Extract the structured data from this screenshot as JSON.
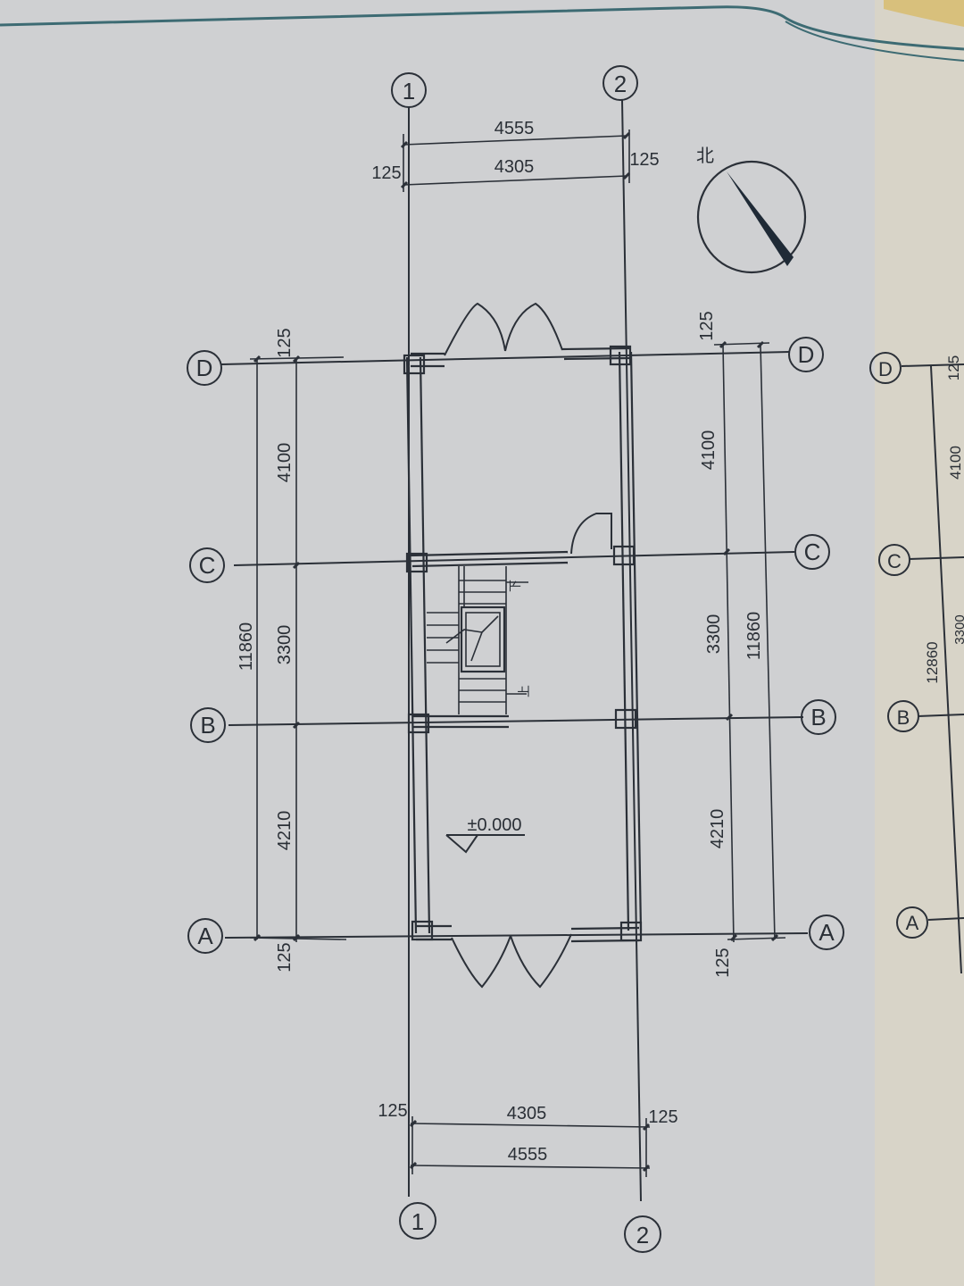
{
  "axes": {
    "axis_1": "1",
    "axis_2": "2",
    "axis_A": "A",
    "axis_B": "B",
    "axis_C": "C",
    "axis_D": "D"
  },
  "dimensions": {
    "top_overall": "4555",
    "top_inner": "4305",
    "top_left_edge": "125",
    "top_right_edge": "125",
    "bottom_overall": "4555",
    "bottom_inner": "4305",
    "bottom_left_edge": "125",
    "bottom_right_edge": "125",
    "left_top_edge": "125",
    "left_span_CD": "4100",
    "left_span_BC": "3300",
    "left_span_AB": "4210",
    "left_overall": "11860",
    "left_bottom_edge": "125",
    "right_top_edge": "125",
    "right_span_CD": "4100",
    "right_span_BC": "3300",
    "right_span_AB": "4210",
    "right_overall": "11860",
    "right_bottom_edge": "125",
    "partial_top_edge": "125",
    "partial_span_CD": "4100",
    "partial_overall": "12860",
    "partial_span_BC": "3300"
  },
  "annotations": {
    "north_label": "北",
    "stair_down": "下",
    "stair_up": "上",
    "floor_level": "±0.000"
  },
  "colors": {
    "paper": "#cfd0d2",
    "ink": "#2b3038",
    "frame_teal": "#3d6b73"
  }
}
